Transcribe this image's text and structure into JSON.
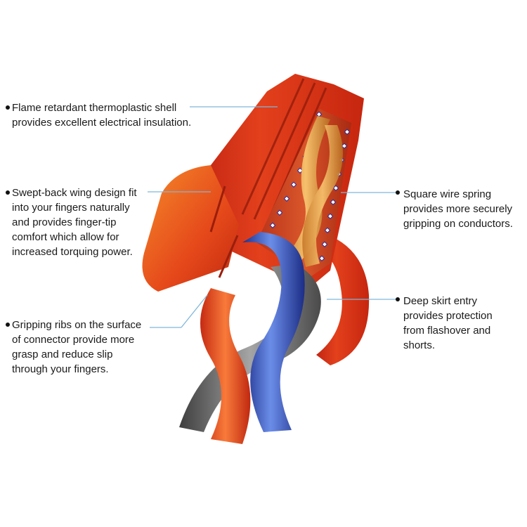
{
  "colors": {
    "shell_red": "#d9301a",
    "shell_orange": "#f06a1e",
    "wire_copper": "#e7a24a",
    "wire_blue": "#2f4fb8",
    "wire_gray": "#6f6f6f",
    "leader_line": "#7fb6d9"
  },
  "callouts": [
    {
      "id": "flame-retardant-shell",
      "lines": [
        "Flame retardant thermoplastic shell",
        "provides excellent electrical insulation."
      ]
    },
    {
      "id": "swept-back-wing",
      "lines": [
        "Swept-back wing design fit",
        "into your fingers naturally",
        "and provides finger-tip",
        "comfort which allow for",
        "increased torquing power."
      ]
    },
    {
      "id": "gripping-ribs",
      "lines": [
        "Gripping ribs on the surface",
        "of connector provide more",
        "grasp and reduce slip",
        "through your fingers."
      ]
    },
    {
      "id": "square-wire-spring",
      "lines": [
        "Square wire spring",
        "provides more securely",
        "gripping on conductors."
      ]
    },
    {
      "id": "deep-skirt-entry",
      "lines": [
        "Deep skirt entry",
        "provides protection",
        "from flashover and",
        "shorts."
      ]
    }
  ]
}
